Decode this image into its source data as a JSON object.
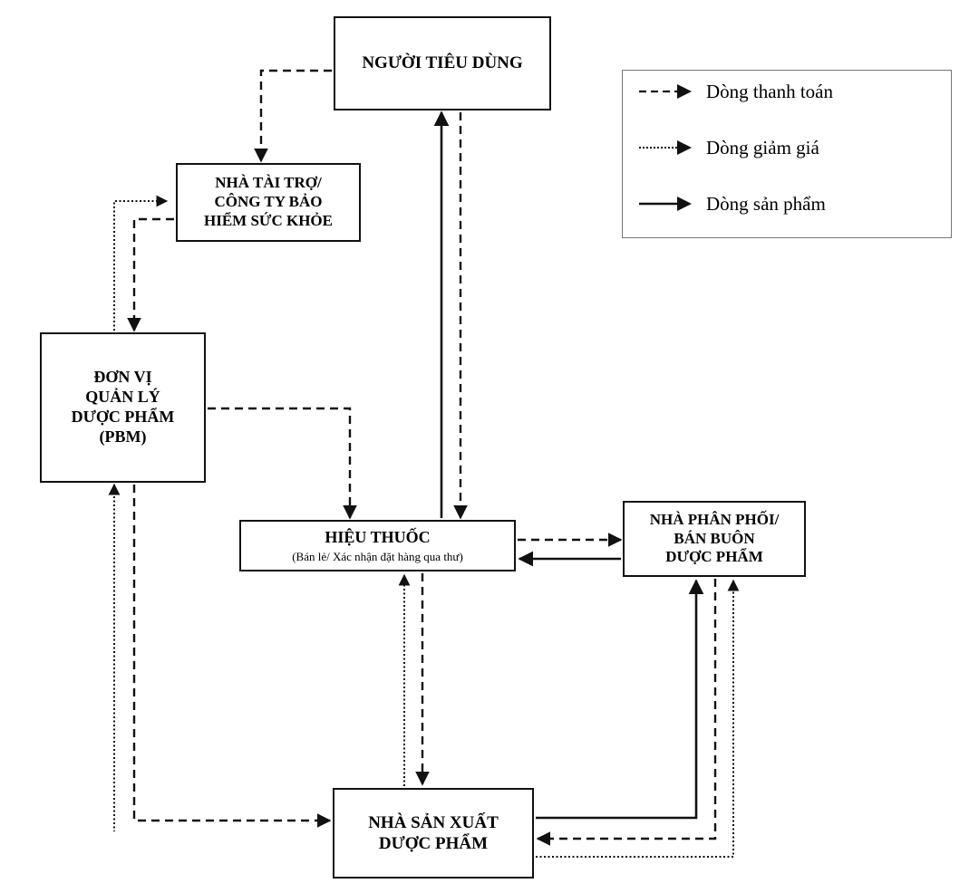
{
  "nodes": {
    "consumer": {
      "lines": [
        "NGƯỜI TIÊU DÙNG"
      ]
    },
    "insurer": {
      "lines": [
        "NHÀ TÀI TRỢ/",
        "CÔNG TY BẢO",
        "HIỂM SỨC KHỎE"
      ]
    },
    "pbm": {
      "lines": [
        "ĐƠN VỊ",
        "QUẢN LÝ",
        "DƯỢC PHẨM",
        "(PBM)"
      ]
    },
    "pharmacy": {
      "title": "HIỆU THUỐC",
      "subtitle": "(Bán lẻ/ Xác nhận đặt hàng qua thư)"
    },
    "wholesaler": {
      "lines": [
        "NHÀ PHÂN PHỐI/",
        "BÁN BUÔN",
        "DƯỢC PHẨM"
      ]
    },
    "manufacturer": {
      "lines": [
        "NHÀ SẢN XUẤT",
        "DƯỢC PHẨM"
      ]
    }
  },
  "legend": [
    {
      "style": "dashed",
      "label": "Dòng thanh toán"
    },
    {
      "style": "dotted",
      "label": "Dòng giảm giá"
    },
    {
      "style": "solid",
      "label": "Dòng sản phẩm"
    }
  ],
  "edges": [
    {
      "from": "consumer",
      "to": "insurer",
      "style": "dashed"
    },
    {
      "from": "insurer",
      "to": "pbm",
      "style": "dashed"
    },
    {
      "from": "pbm",
      "to": "insurer",
      "style": "dotted"
    },
    {
      "from": "pbm",
      "to": "pharmacy",
      "style": "dashed"
    },
    {
      "from": "pharmacy",
      "to": "consumer",
      "style": "solid"
    },
    {
      "from": "consumer",
      "to": "pharmacy",
      "style": "dashed"
    },
    {
      "from": "pharmacy",
      "to": "wholesaler",
      "style": "dashed"
    },
    {
      "from": "wholesaler",
      "to": "pharmacy",
      "style": "solid"
    },
    {
      "from": "pharmacy",
      "to": "manufacturer",
      "style": "dashed"
    },
    {
      "from": "manufacturer",
      "to": "pharmacy",
      "style": "dotted"
    },
    {
      "from": "pbm",
      "to": "manufacturer",
      "style": "dashed"
    },
    {
      "from": "manufacturer",
      "to": "pbm",
      "style": "dotted"
    },
    {
      "from": "manufacturer",
      "to": "wholesaler",
      "style": "solid"
    },
    {
      "from": "wholesaler",
      "to": "manufacturer",
      "style": "dashed"
    },
    {
      "from": "manufacturer",
      "to": "wholesaler",
      "style": "dotted"
    }
  ]
}
